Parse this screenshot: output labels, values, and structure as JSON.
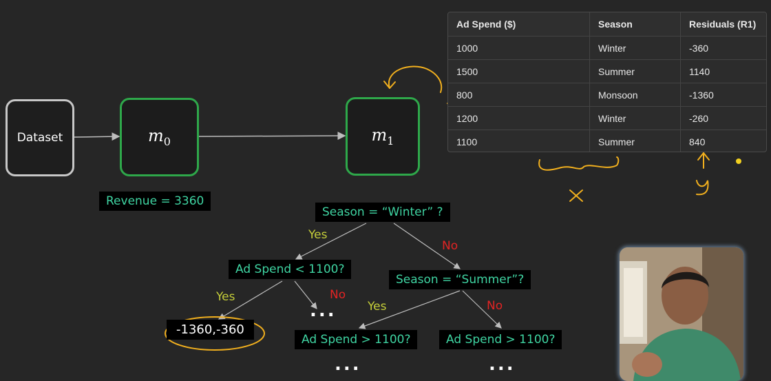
{
  "nodes": {
    "dataset": "Dataset",
    "m0_base": "m",
    "m0_sub": "0",
    "m1_base": "m",
    "m1_sub": "1",
    "revenue": "Revenue = 3360"
  },
  "tree": {
    "root": "Season = “Winter” ?",
    "left_split": "Ad Spend < 1100?",
    "right_split": "Season = “Summer”?",
    "leaf_ll": "-1360,-360",
    "leaf_rl": "Ad Spend > 1100?",
    "leaf_rr": "Ad Spend > 1100?",
    "yes": "Yes",
    "no": "No",
    "dots": "..."
  },
  "table": {
    "headers": [
      "Ad Spend ($)",
      "Season",
      "Residuals (R1)"
    ],
    "rows": [
      [
        "1000",
        "Winter",
        "-360"
      ],
      [
        "1500",
        "Summer",
        "1140"
      ],
      [
        "800",
        "Monsoon",
        "-1360"
      ],
      [
        "1200",
        "Winter",
        "-260"
      ],
      [
        "1100",
        "Summer",
        "840"
      ]
    ]
  },
  "annotations": {
    "x_label": "x",
    "y_label": "y",
    "ink_color": "#f2b01e"
  },
  "colors": {
    "model_border": "#2ea84a",
    "tag_text": "#3fd4a2",
    "yes": "#c6cf3a",
    "no": "#e32424"
  }
}
